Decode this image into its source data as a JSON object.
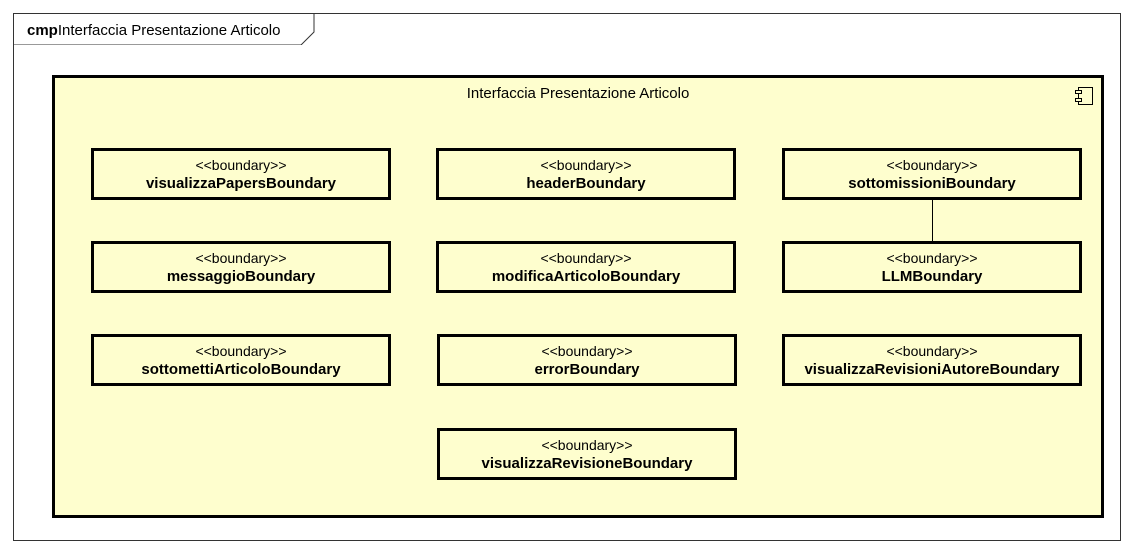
{
  "frame": {
    "keyword": "cmp",
    "name": "Interfaccia Presentazione Articolo"
  },
  "component": {
    "title": "Interfaccia Presentazione Articolo",
    "icon": "component-icon"
  },
  "boundaries": [
    {
      "stereotype": "<<boundary>>",
      "name": "visualizzaPapersBoundary"
    },
    {
      "stereotype": "<<boundary>>",
      "name": "headerBoundary"
    },
    {
      "stereotype": "<<boundary>>",
      "name": "sottomissioniBoundary"
    },
    {
      "stereotype": "<<boundary>>",
      "name": "messaggioBoundary"
    },
    {
      "stereotype": "<<boundary>>",
      "name": "modificaArticoloBoundary"
    },
    {
      "stereotype": "<<boundary>>",
      "name": "LLMBoundary"
    },
    {
      "stereotype": "<<boundary>>",
      "name": "sottomettiArticoloBoundary"
    },
    {
      "stereotype": "<<boundary>>",
      "name": "errorBoundary"
    },
    {
      "stereotype": "<<boundary>>",
      "name": "visualizzaRevisioniAutoreBoundary"
    },
    {
      "stereotype": "<<boundary>>",
      "name": "visualizzaRevisioneBoundary"
    }
  ],
  "connections": [
    {
      "from": "sottomissioniBoundary",
      "to": "LLMBoundary"
    }
  ],
  "colors": {
    "component_fill": "#fefece",
    "border": "#000000"
  }
}
